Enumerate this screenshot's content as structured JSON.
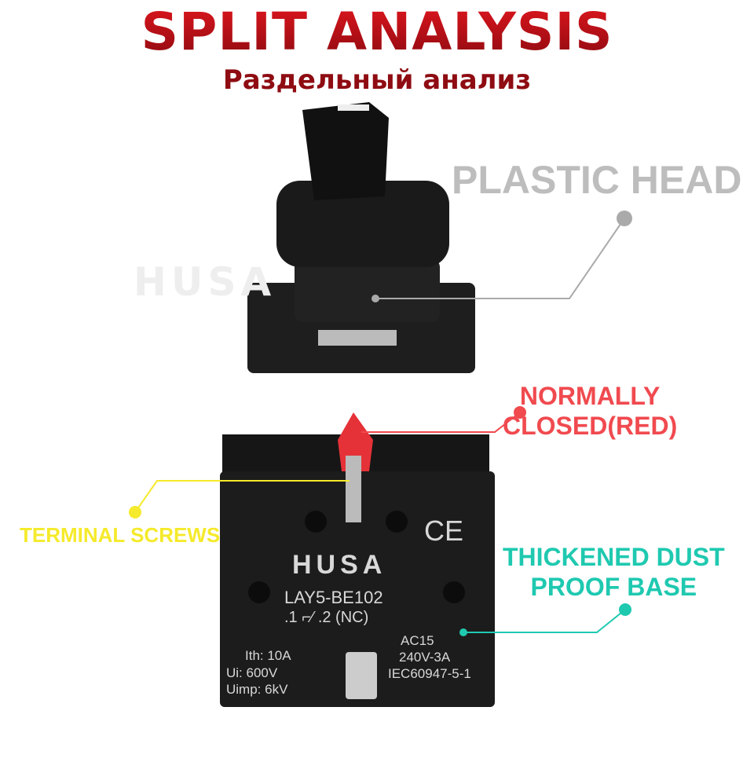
{
  "title": "SPLIT ANALYSIS",
  "subtitle": "Раздельный анализ",
  "watermark": "HUSA",
  "callouts": {
    "plastic_head": "PLASTIC HEAD",
    "normally_closed": [
      "NORMALLY",
      "CLOSED(RED)"
    ],
    "terminal_screws": "TERMINAL SCREWS",
    "dust_proof": [
      "THICKENED DUST",
      "PROOF BASE"
    ]
  },
  "product_labels": {
    "brand": "HUSA",
    "ce": "CE",
    "model": "LAY5-BE102",
    "contact": ".1 ⌐⁄ .2 (NC)",
    "ith": "Ith: 10A",
    "ui": "Ui: 600V",
    "uimp": "Uimp: 6kV",
    "ac": "AC15",
    "rating": "240V-3A",
    "standard": "IEC60947-5-1"
  },
  "colors": {
    "title": "#c8101a",
    "plastic": "#bdbdbd",
    "nc": "#f04a4f",
    "terminal": "#f5ea2b",
    "dust": "#1fc9b0"
  }
}
